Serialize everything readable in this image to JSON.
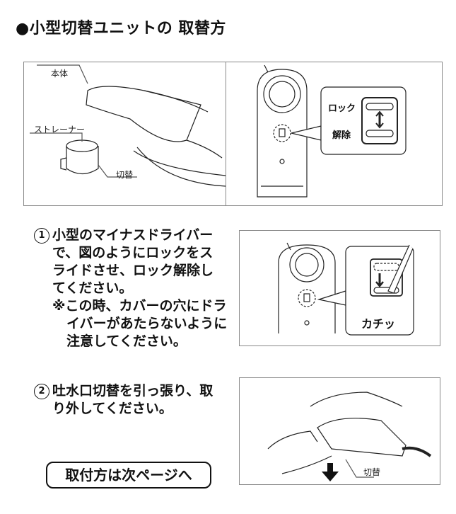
{
  "title": "●小型切替ユニットの 取替方",
  "figure_top": {
    "label_body": "本体",
    "label_strainer": "ストレーナー",
    "label_switch": "切替",
    "label_lock": "ロック",
    "label_release": "解除"
  },
  "step1": {
    "number": "1",
    "lines": [
      "小型のマイナスドライバー",
      "で、図のようにロックをス",
      "ライドさせ、ロック解除し",
      "てください。"
    ],
    "note_lines": [
      "※この時、カバーの穴にドラ",
      "イバーがあたらないように",
      "注意してください。"
    ]
  },
  "figure2": {
    "sound": "カチッ"
  },
  "step2": {
    "number": "2",
    "lines": [
      "吐水口切替を引っ張り、取",
      "り外してください。"
    ]
  },
  "figure3": {
    "label_switch": "切替"
  },
  "next_page": "取付方は次ページへ"
}
